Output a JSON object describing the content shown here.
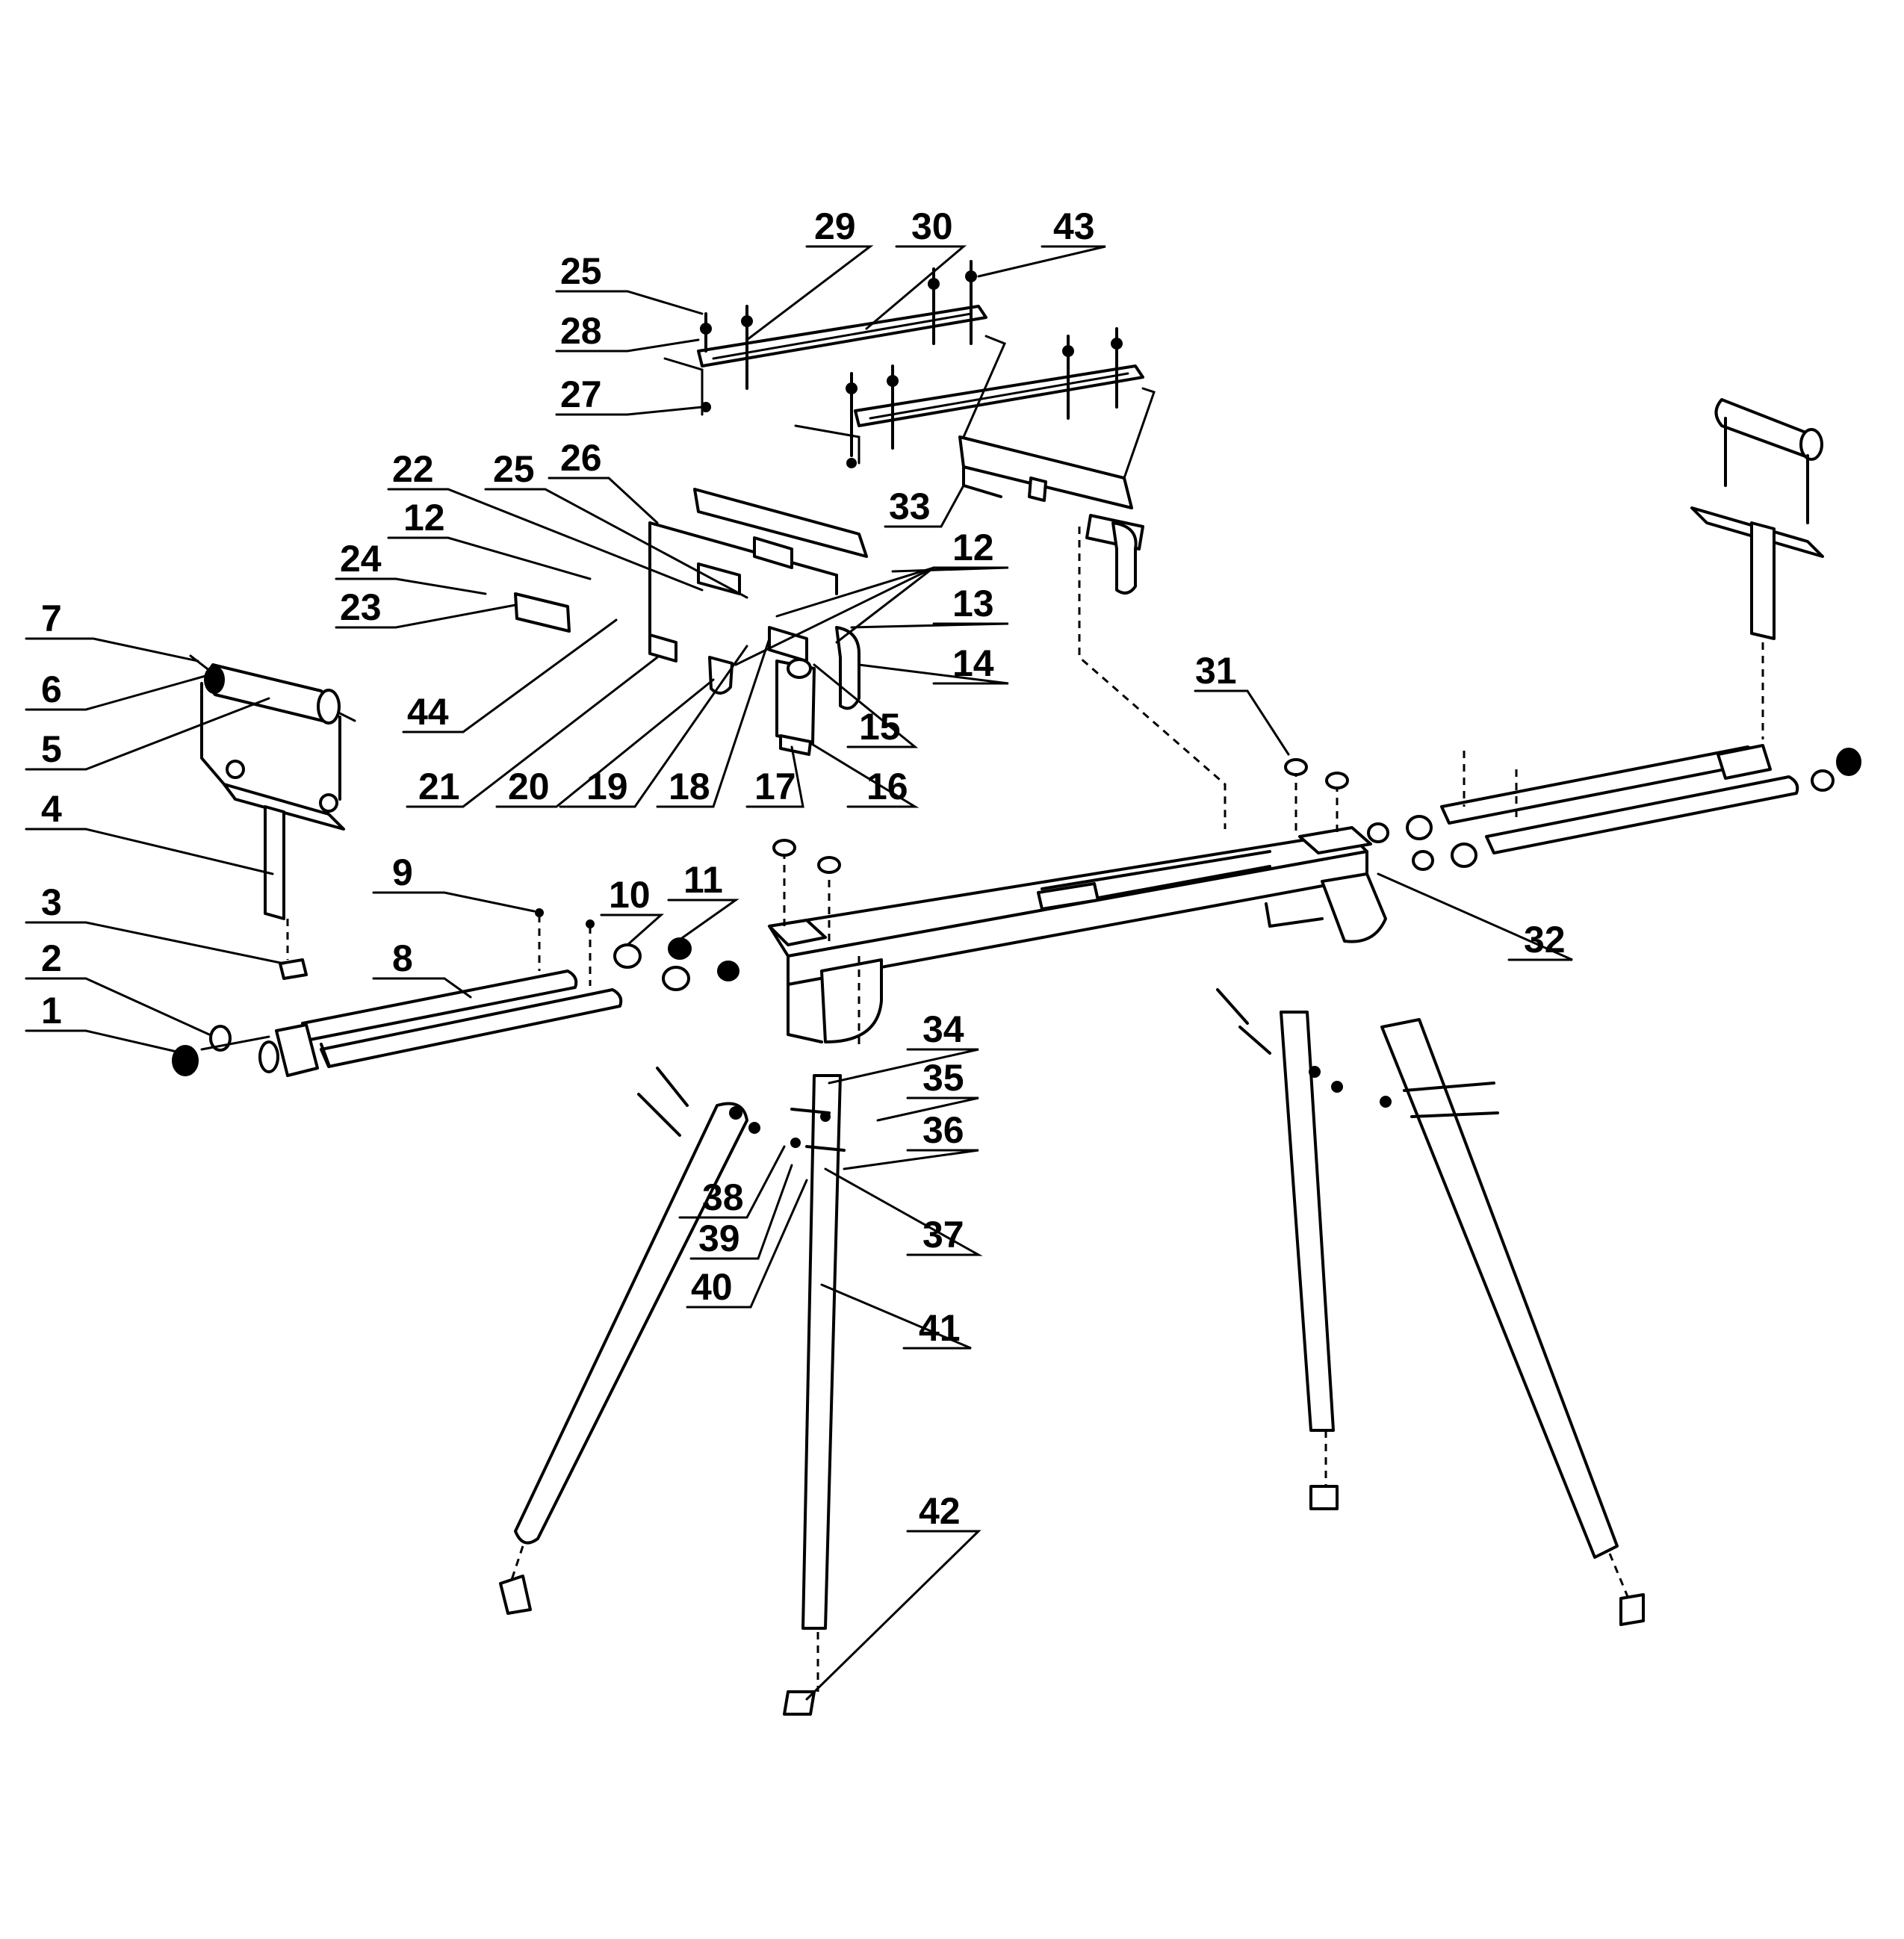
{
  "callouts": {
    "c1": "1",
    "c2": "2",
    "c3": "3",
    "c4": "4",
    "c5": "5",
    "c6": "6",
    "c7": "7",
    "c8": "8",
    "c9": "9",
    "c10": "10",
    "c11": "11",
    "c12a": "12",
    "c12b": "12",
    "c13": "13",
    "c14": "14",
    "c15": "15",
    "c16": "16",
    "c17": "17",
    "c18": "18",
    "c19": "19",
    "c20": "20",
    "c21": "21",
    "c22": "22",
    "c23": "23",
    "c24": "24",
    "c25a": "25",
    "c25b": "25",
    "c26": "26",
    "c27": "27",
    "c28": "28",
    "c29": "29",
    "c30": "30",
    "c31": "31",
    "c32": "32",
    "c33": "33",
    "c34": "34",
    "c35": "35",
    "c36": "36",
    "c37": "37",
    "c38": "38",
    "c39": "39",
    "c40": "40",
    "c41": "41",
    "c42": "42",
    "c43": "43",
    "c44": "44"
  }
}
